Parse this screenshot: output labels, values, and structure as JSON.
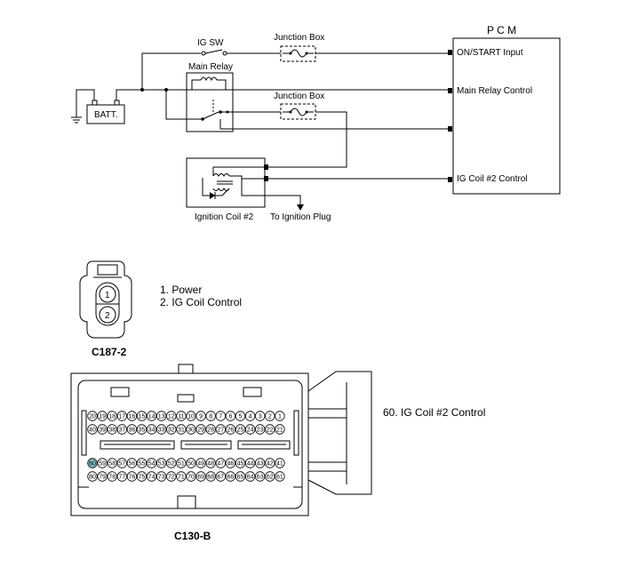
{
  "wiring": {
    "pcm_title": "P C M",
    "ig_sw": "IG SW",
    "junction_box_1": "Junction Box",
    "junction_box_2": "Junction Box",
    "main_relay": "Main Relay",
    "batt": "BATT.",
    "pcm_pins": [
      "ON/START Input",
      "Main Relay Control",
      "IG Coil #2 Control"
    ],
    "ignition_coil": "Ignition Coil #2",
    "to_plug": "To Ignition Plug"
  },
  "connector_small": {
    "name": "C187-2",
    "pin_numbers": [
      "1",
      "2"
    ],
    "pins": [
      "1. Power",
      "2. IG Coil Control"
    ]
  },
  "connector_large": {
    "name": "C130-B",
    "highlight_pin": 60,
    "highlight_color": "#7fc3c8",
    "pins": [
      "60. IG Coil #2 Control"
    ]
  }
}
